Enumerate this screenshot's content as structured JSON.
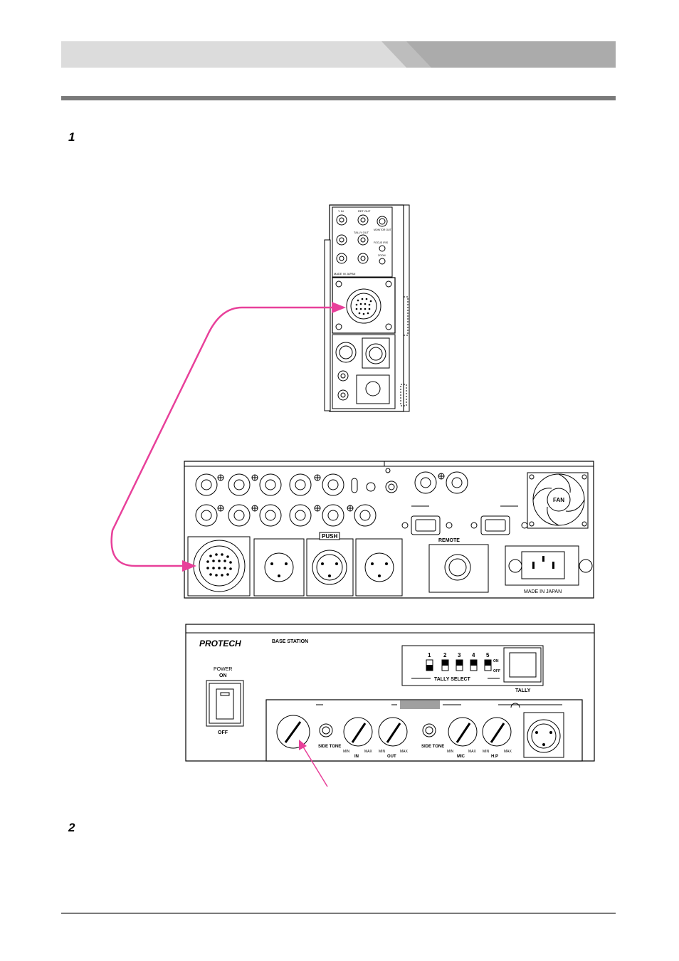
{
  "steps": [
    {
      "number": "1"
    },
    {
      "number": "2"
    }
  ],
  "camera_panel": {
    "labels": {
      "y_in": "Y IN",
      "ret_out": "RET OUT",
      "tally": "TALLY OUT",
      "monitor_out": "MONITOR OUT",
      "focus_iris": "FOCUS IRIS",
      "zoom": "ZOOM",
      "made_in_japan": "MADE IN JAPAN"
    }
  },
  "rear_panel": {
    "fan_label": "FAN",
    "remote_label": "REMOTE",
    "push_label": "PUSH",
    "made_in_japan": "MADE IN JAPAN"
  },
  "front_panel": {
    "brand": "PROTECH",
    "model_label": "BASE STATION",
    "power_label": "POWER",
    "power_on": "ON",
    "power_off": "OFF",
    "tally_switch_numbers": [
      "1",
      "2",
      "3",
      "4",
      "5"
    ],
    "tally_on": "ON",
    "tally_off": "OFF",
    "tally_select": "TALLY SELECT",
    "tally_label": "TALLY",
    "side_tone_1": "SIDE TONE",
    "side_tone_2": "SIDE TONE",
    "knob_in": "IN",
    "knob_out": "OUT",
    "knob_mic": "MIC",
    "knob_hp": "H.P",
    "min": "MIN",
    "max": "MAX"
  },
  "colors": {
    "cable": "#e8409a",
    "header_light": "#dcdcdc",
    "header_dark": "#ababab",
    "rule": "#7a7a7a"
  }
}
